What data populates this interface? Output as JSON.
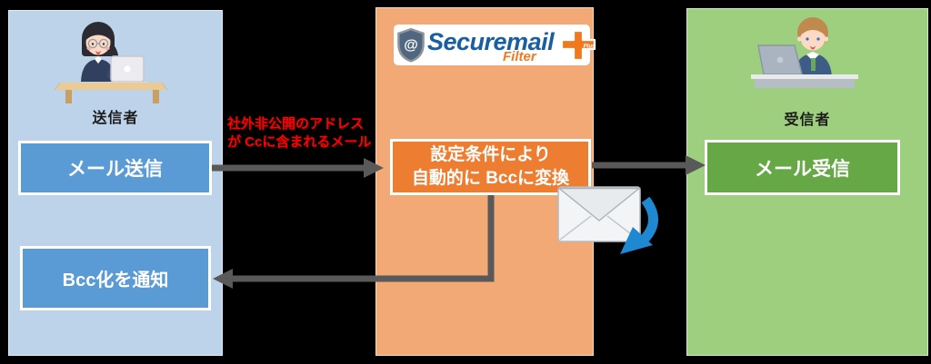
{
  "background": "#000000",
  "arrow_color": "#595959",
  "panels": {
    "sender": {
      "person_label": "送信者",
      "bg": "#BDD3EA"
    },
    "filter": {
      "bg": "#F2A975"
    },
    "receiver": {
      "person_label": "受信者",
      "bg": "#9DCF7F"
    }
  },
  "logo": {
    "at": "@",
    "brand": "Securemail",
    "plus": "Plus",
    "product": "Filter",
    "brand_color": "#185EA3",
    "accent_color": "#F0791F"
  },
  "nodes": {
    "send": {
      "label": "メール送信",
      "bg": "#5B9BD5"
    },
    "notify": {
      "label": "Bcc化を通知",
      "bg": "#5B9BD5"
    },
    "convert": {
      "line1": "設定条件により",
      "line2": "自動的に Bccに変換",
      "bg": "#ED7D31"
    },
    "receive": {
      "label": "メール受信",
      "bg": "#65A845"
    }
  },
  "annotation": {
    "line1": "社外非公開のアドレス",
    "line2": "が Ccに含まれるメール",
    "color": "#FF0000"
  }
}
